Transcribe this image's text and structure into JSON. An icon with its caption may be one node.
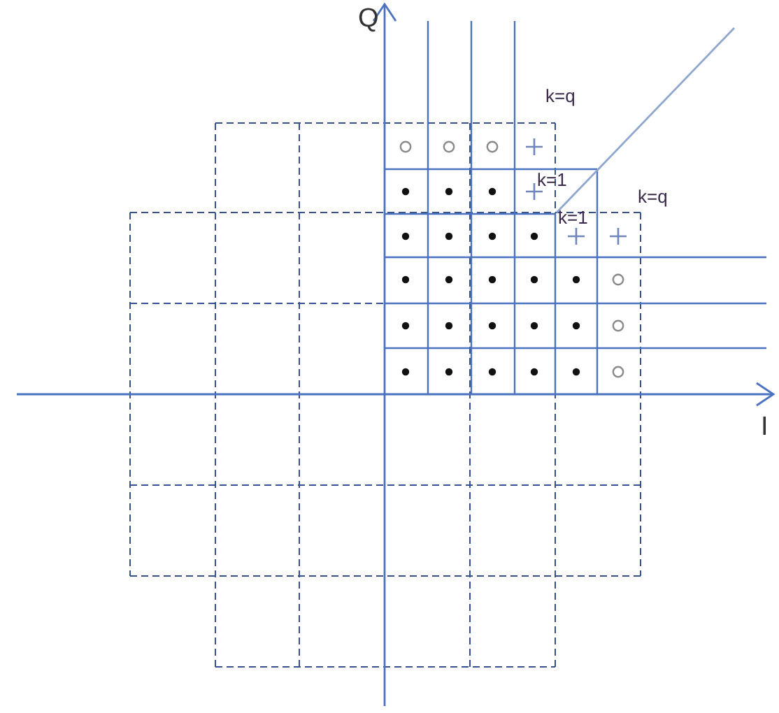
{
  "diagram": {
    "labels": [
      "Q",
      "I",
      "k=q",
      "k=1",
      "k=1",
      "k=q"
    ]
  }
}
